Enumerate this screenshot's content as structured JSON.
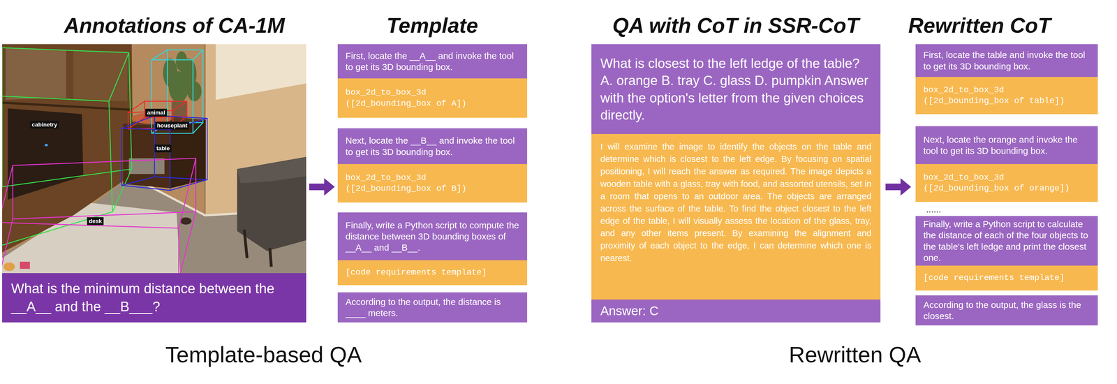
{
  "diagram": {
    "nodes": [
      {
        "text": [
          "cabinetry"
        ]
      },
      {
        "text": [
          "houseplant"
        ]
      },
      {
        "text": [
          "animal"
        ]
      },
      {
        "text": [
          "table"
        ]
      },
      {
        "text": [
          "desk"
        ]
      },
      {
        "text": [
          "What is the minimum distance between the __A__ and the __B___?"
        ]
      },
      {
        "text": [
          "First, locate the __A__ and invoke the tool to get its 3D bounding box."
        ]
      },
      {
        "text": [
          "box_2d_to_box_3d ([2d_bounding_box of A])"
        ]
      },
      {
        "text": [
          "Next, locate the __B__ and invoke the tool to get its 3D bounding box."
        ]
      },
      {
        "text": [
          "box_2d_to_box_3d ([2d_bounding_box of B])"
        ]
      },
      {
        "text": [
          "Finally, write a Python script to compute the distance between 3D bounding boxes of __A__ and __B__."
        ]
      },
      {
        "text": [
          "[code requirements template]"
        ]
      },
      {
        "text": [
          "According to the output, the distance is ____ meters."
        ]
      },
      {
        "text": [
          "What is closest to the left ledge of the table? A. orange B. tray C. glass D. pumpkin Answer with the option's letter from the given choices directly."
        ]
      },
      {
        "text": [
          "I will examine the image to identify the objects on the table and determine which is closest to the left edge. By focusing on spatial positioning, I will reach the answer as required. The image depicts a wooden table with a glass, tray with food, and assorted utensils, set in a room that opens to an outdoor area. The objects are arranged across the surface of the table. To find the object closest to the left edge of the table, I will visually assess the location of the glass, tray, and any other items present. By examining the alignment and proximity of each object to the edge, I can determine which one is nearest."
        ]
      },
      {
        "text": [
          "Answer: C"
        ]
      },
      {
        "text": [
          "First, locate the table and invoke the tool to get its 3D bounding box."
        ]
      },
      {
        "text": [
          "box_2d_to_box_3d ([2d_bounding_box of table])"
        ]
      },
      {
        "text": [
          "Next, locate the orange and invoke the tool to get its 3D bounding box."
        ]
      },
      {
        "text": [
          "box_2d_to_box_3d ([2d_bounding_box of orange])"
        ]
      },
      {
        "text": [
          "Finally, write a Python script to calculate the distance of each of the four objects to the table's left ledge and print the closest one."
        ]
      },
      {
        "text": [
          "[code requirements template]"
        ]
      },
      {
        "text": [
          "According to the output, the glass is the closest."
        ]
      }
    ],
    "labels": [
      "Annotations of CA-1M",
      "Template",
      "QA with CoT in SSR-CoT",
      "Rewritten CoT",
      "......",
      "Template-based QA",
      "Rewritten QA"
    ]
  }
}
